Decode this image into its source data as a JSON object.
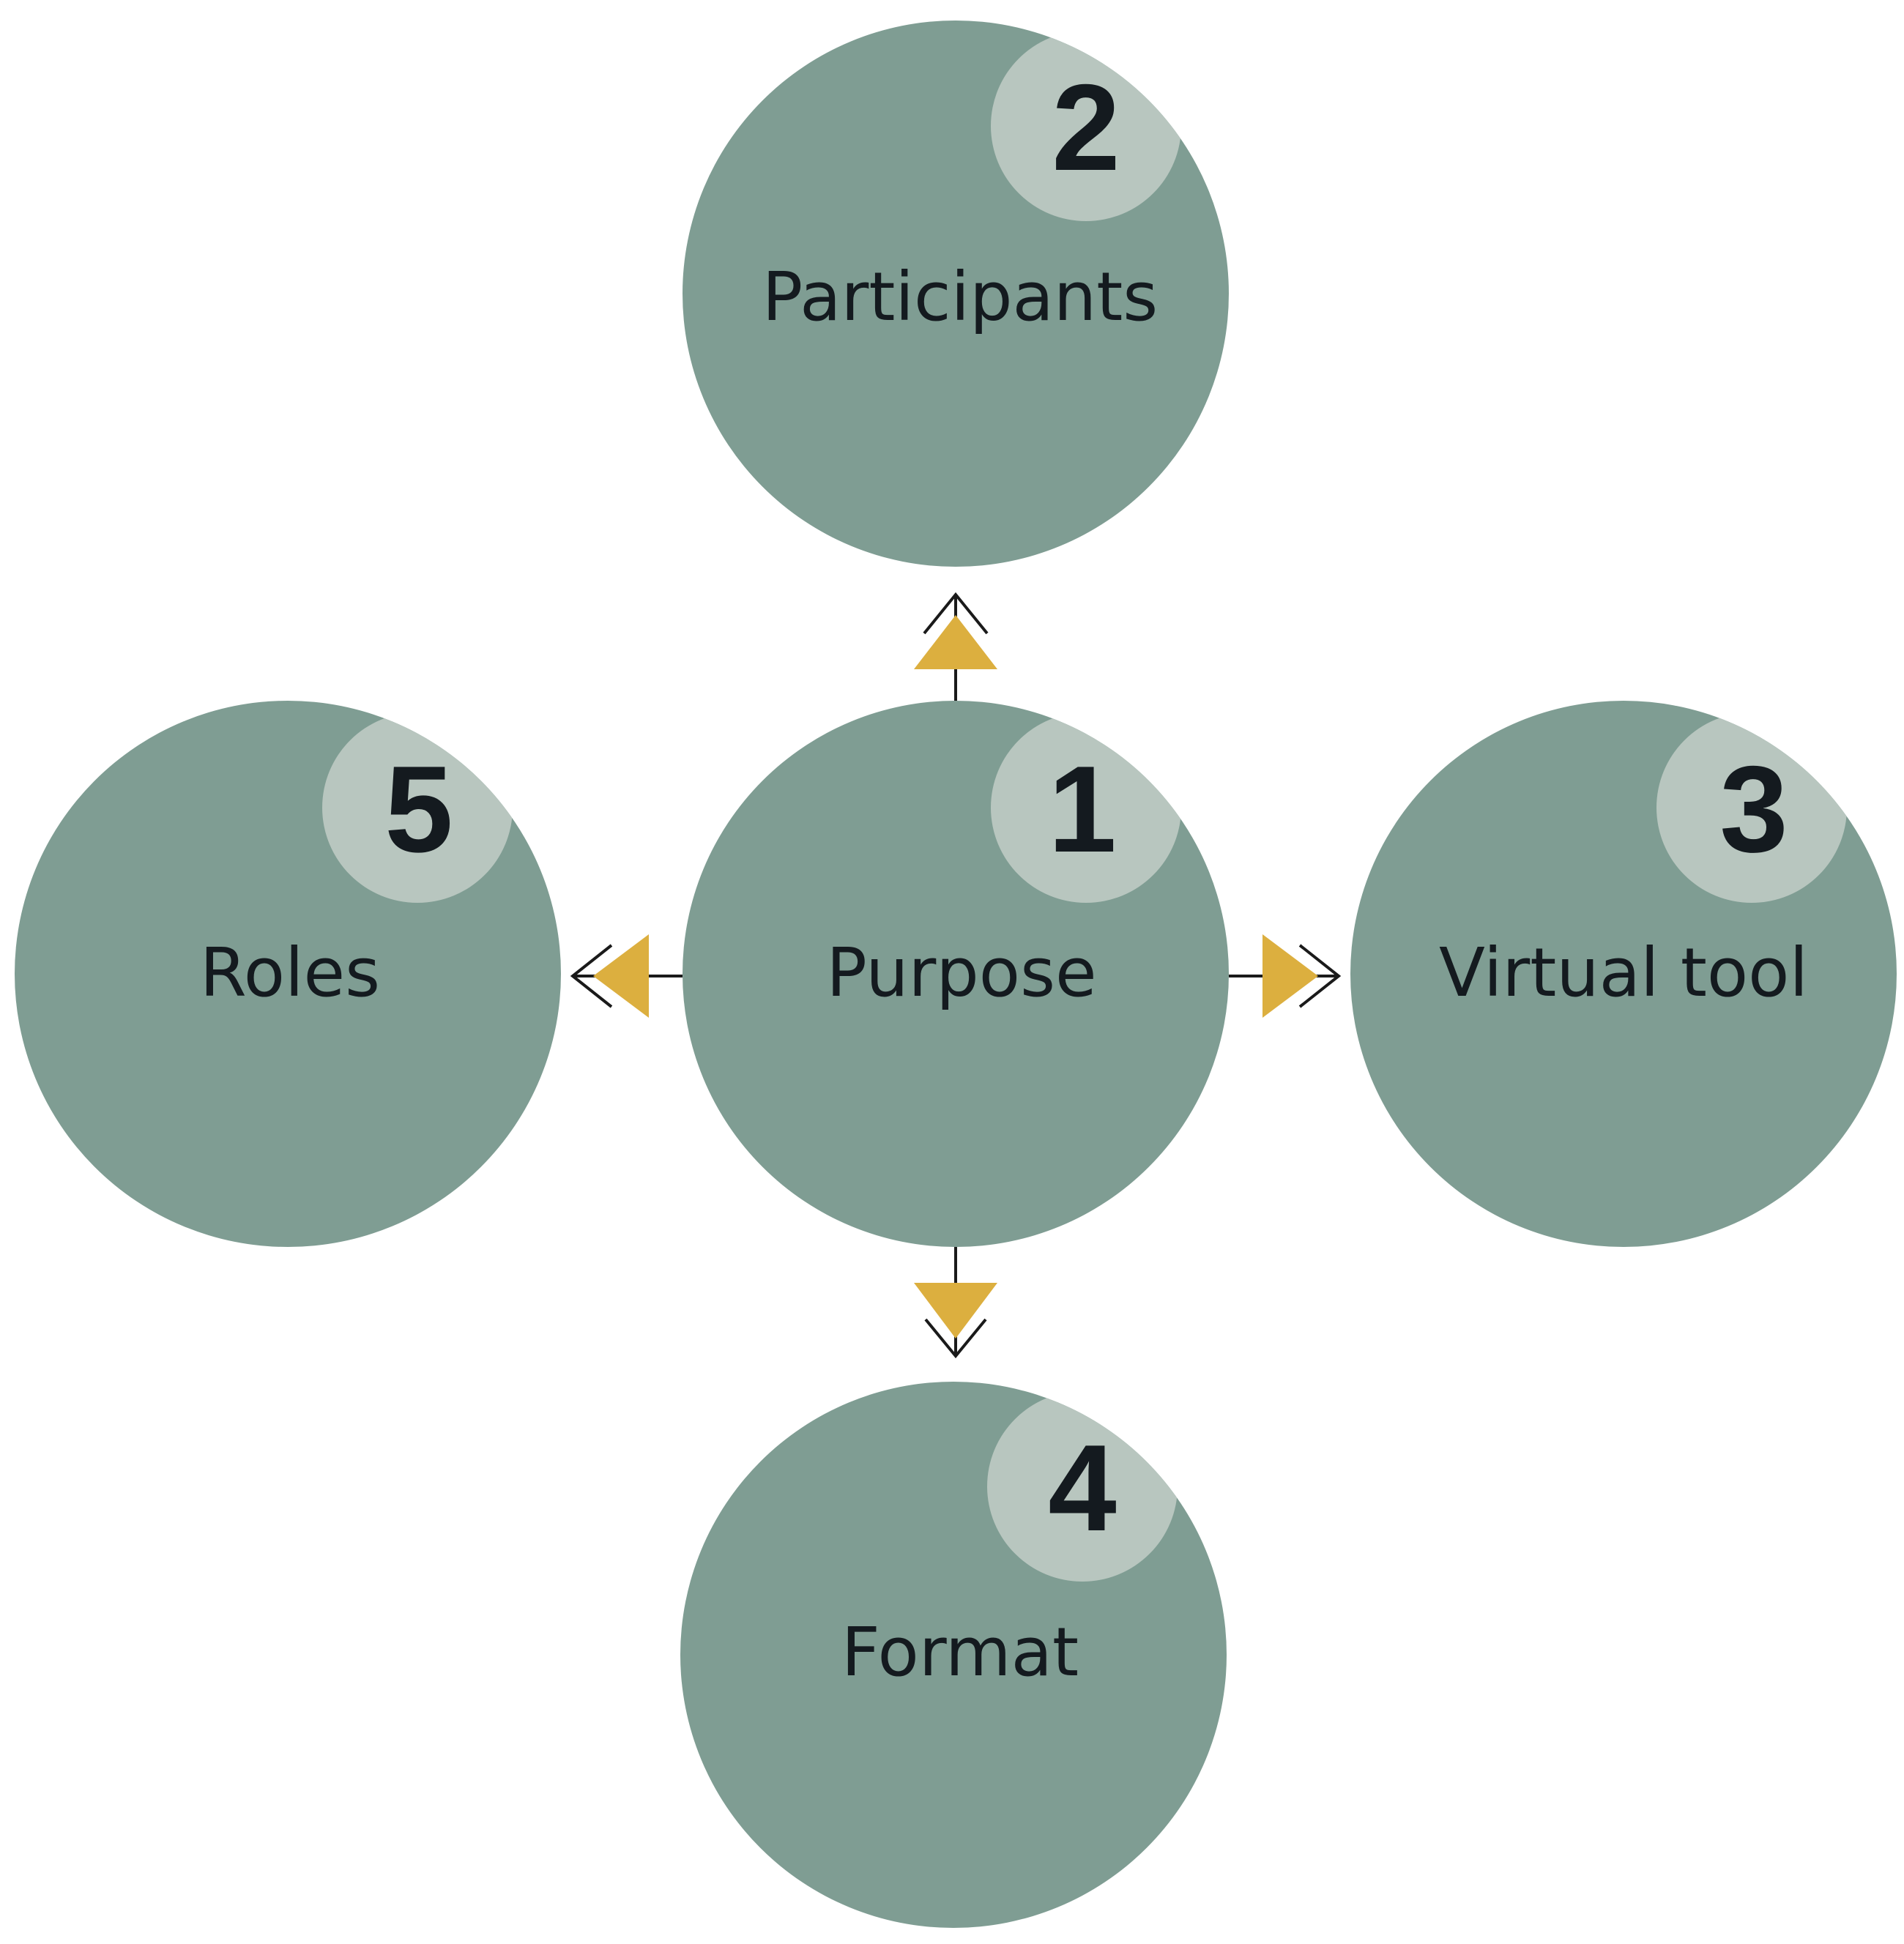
{
  "colors": {
    "background": "#ffffff",
    "node_fill": "#7f9d93",
    "badge_fill": "#b8c6bf",
    "arrow_fill": "#dcaf3f",
    "text": "#141a1f"
  },
  "center": {
    "number": "1",
    "label": "Purpose"
  },
  "nodes": [
    {
      "number": "2",
      "label": "Participants"
    },
    {
      "number": "3",
      "label": "Virtual tool"
    },
    {
      "number": "4",
      "label": "Format"
    },
    {
      "number": "5",
      "label": "Roles"
    }
  ]
}
